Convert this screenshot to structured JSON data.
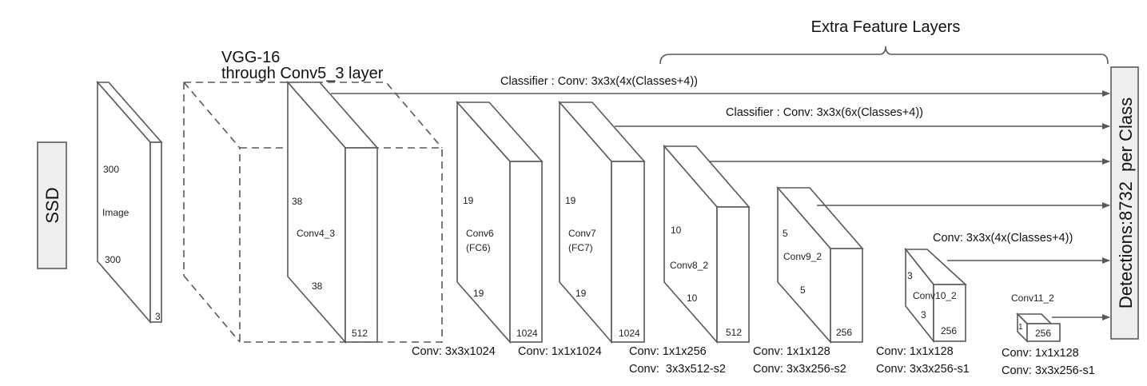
{
  "title_box": "SSD",
  "output_box": "Detections:8732  per Class",
  "vgg_label": [
    "VGG-16",
    "through Conv5_3 layer"
  ],
  "extra_label": "Extra Feature Layers",
  "classifiers": {
    "c1": "Classifier : Conv: 3x3x(4x(Classes+4))",
    "c2": "Classifier : Conv: 3x3x(6x(Classes+4))",
    "c3": "Conv: 3x3x(4x(Classes+4))"
  },
  "layers": [
    {
      "name": "Image",
      "h": "300",
      "w": "300",
      "c": "3"
    },
    {
      "name": "Conv4_3",
      "h": "38",
      "w": "38",
      "c": "512"
    },
    {
      "name": "Conv6",
      "sub": "(FC6)",
      "h": "19",
      "w": "19",
      "c": "1024",
      "op": [
        "Conv: 3x3x1024"
      ]
    },
    {
      "name": "Conv7",
      "sub": "(FC7)",
      "h": "19",
      "w": "19",
      "c": "1024",
      "op": [
        "Conv: 1x1x1024"
      ]
    },
    {
      "name": "Conv8_2",
      "h": "10",
      "w": "10",
      "c": "512",
      "op": [
        "Conv: 1x1x256",
        "Conv:  3x3x512-s2"
      ]
    },
    {
      "name": "Conv9_2",
      "h": "5",
      "w": "5",
      "c": "256",
      "op": [
        "Conv: 1x1x128",
        "Conv: 3x3x256-s2"
      ]
    },
    {
      "name": "Conv10_2",
      "h": "3",
      "w": "3",
      "c": "256",
      "op": [
        "Conv: 1x1x128",
        "Conv: 3x3x256-s1"
      ]
    },
    {
      "name": "Conv11_2",
      "h": "1",
      "c": "256",
      "op": [
        "Conv: 1x1x128",
        "Conv: 3x3x256-s1"
      ]
    }
  ]
}
